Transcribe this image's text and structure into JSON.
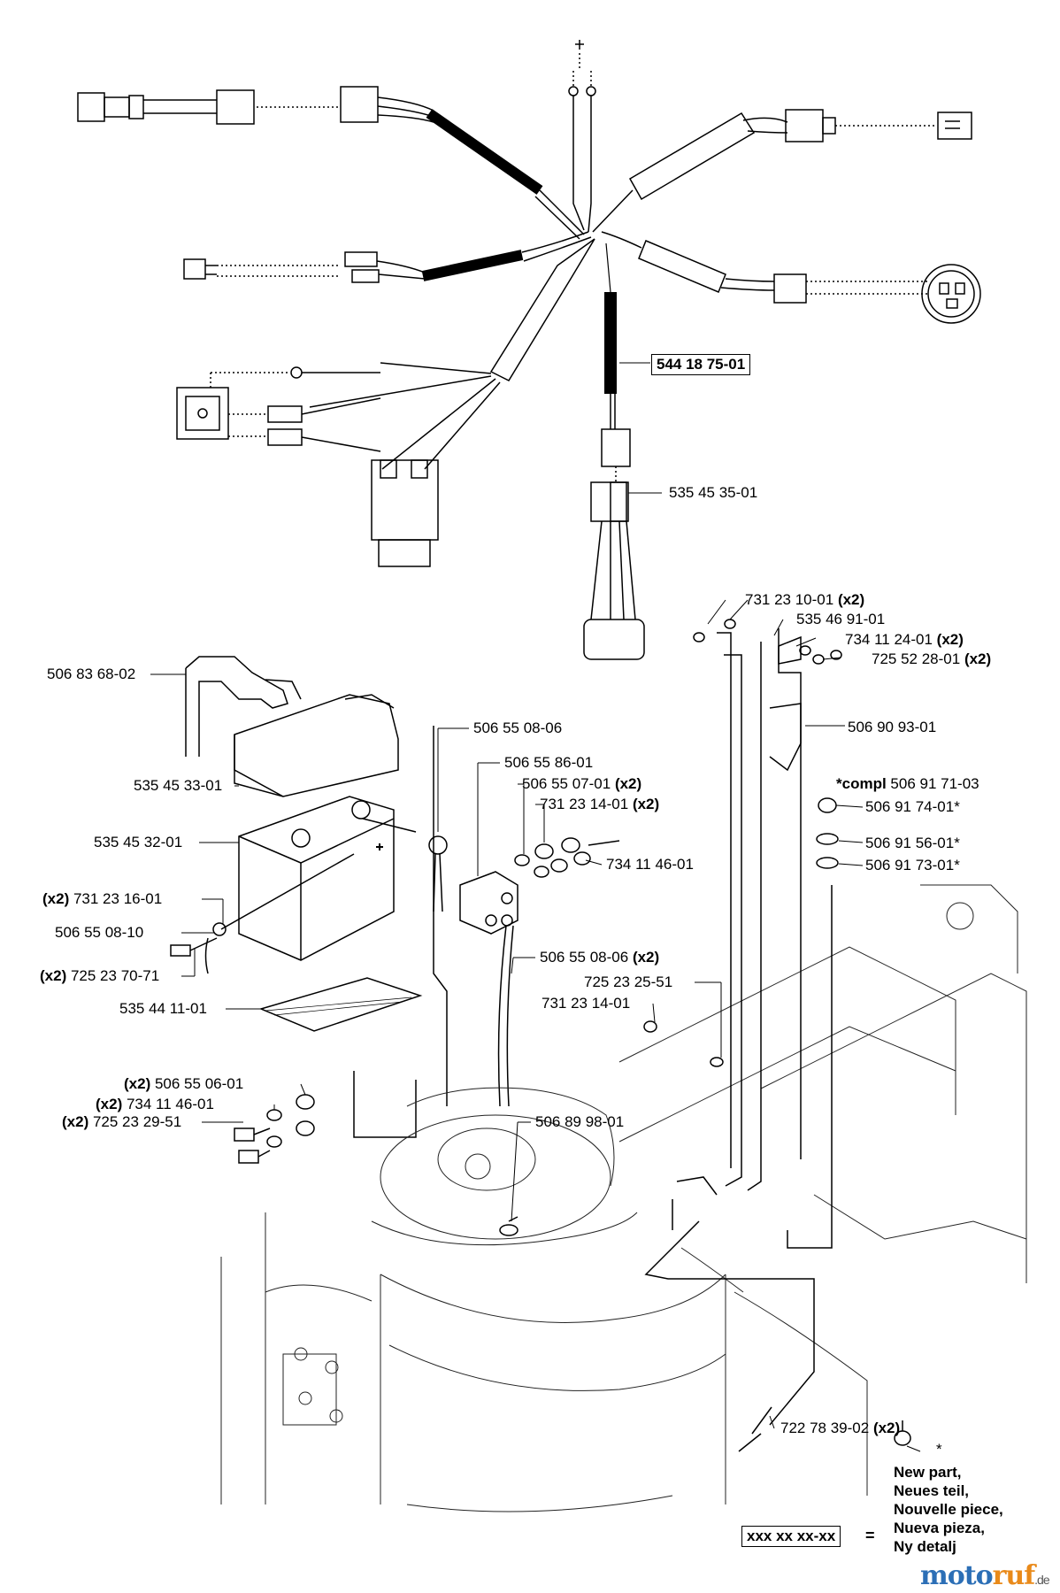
{
  "labels": {
    "harness_main": "544 18 75-01",
    "harness_adapter": "535 45 35-01",
    "nut_top": "731 23 10-01",
    "nut_top_qty": "(x2)",
    "switch_535": "535 46 91-01",
    "washer_734_top": "734 11 24-01",
    "washer_734_top_qty": "(x2)",
    "screw_725_top": "725 52 28-01",
    "screw_725_top_qty": "(x2)",
    "bracket_506_90": "506 90 93-01",
    "compl_prefix": "*compl",
    "compl_number": "506 91 71-03",
    "key": "506 91 74-01*",
    "ring_56": "506 91 56-01*",
    "ring_73": "506 91 73-01*",
    "battery_strap": "506 83 68-02",
    "battery_cover": "535 45 33-01",
    "battery": "535 45 32-01",
    "cable_506_55_08_06": "506 55 08-06",
    "relay": "506 55 86-01",
    "washer_506_55_07": "506 55 07-01",
    "washer_506_55_07_qty": "(x2)",
    "nut_731_23_14": "731 23 14-01",
    "nut_731_23_14_qty": "(x2)",
    "washer_734_11_46": "734 11 46-01",
    "nut_731_23_16_qty": "(x2)",
    "nut_731_23_16": "731 23 16-01",
    "cable_506_55_08_10": "506 55 08-10",
    "screw_725_23_70_qty": "(x2)",
    "screw_725_23_70": "725 23 70-71",
    "cable_506_55_08_06_b": "506 55 08-06",
    "cable_506_55_08_06_b_qty": "(x2)",
    "screw_725_23_25": "725 23 25-51",
    "nut_731_23_14_b": "731 23 14-01",
    "pad": "535 44 11-01",
    "nut_506_55_06_qty": "(x2)",
    "nut_506_55_06": "506 55 06-01",
    "washer_734_11_46_b_qty": "(x2)",
    "washer_734_11_46_b": "734 11 46-01",
    "screw_725_23_29_qty": "(x2)",
    "screw_725_23_29": "725 23 29-51",
    "ground_506_89_98": "506 89 98-01",
    "clip_722": "722 78 39-02",
    "clip_722_qty": "(x2)",
    "asterisk": "*"
  },
  "legend": {
    "lines": [
      "New part,",
      "Neues teil,",
      "Nouvelle piece,",
      "Nueva pieza,",
      "Ny detalj"
    ],
    "placeholder": "xxx xx xx-xx",
    "equals": "="
  },
  "watermark": {
    "part1": "moto",
    "part2": "ruf",
    "suffix": ".de"
  }
}
